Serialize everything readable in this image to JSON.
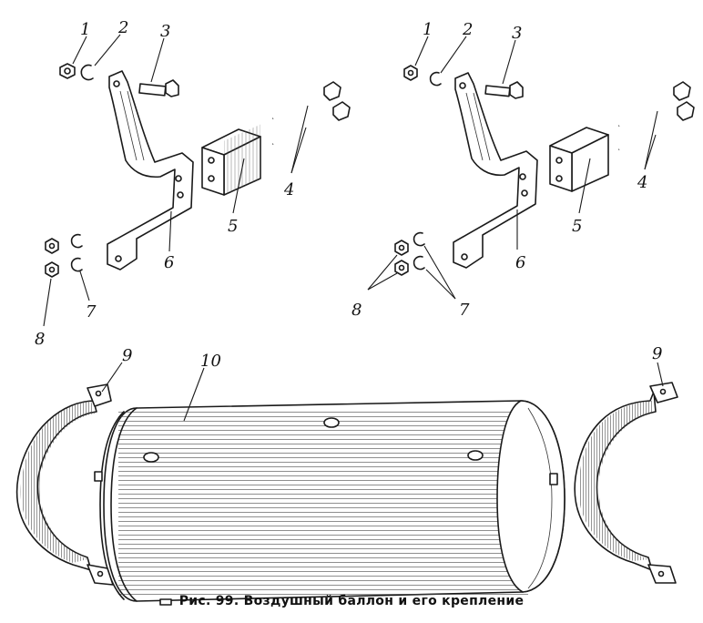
{
  "figure": {
    "caption": "Рис. 99. Воздушный баллон и его крепление"
  },
  "callouts": {
    "left_set": [
      "1",
      "2",
      "3",
      "4",
      "5",
      "6",
      "7",
      "8"
    ],
    "right_set": [
      "1",
      "2",
      "3",
      "4",
      "5",
      "6",
      "7",
      "8"
    ],
    "strap_left": "9",
    "strap_right": "9",
    "tank": "10"
  }
}
